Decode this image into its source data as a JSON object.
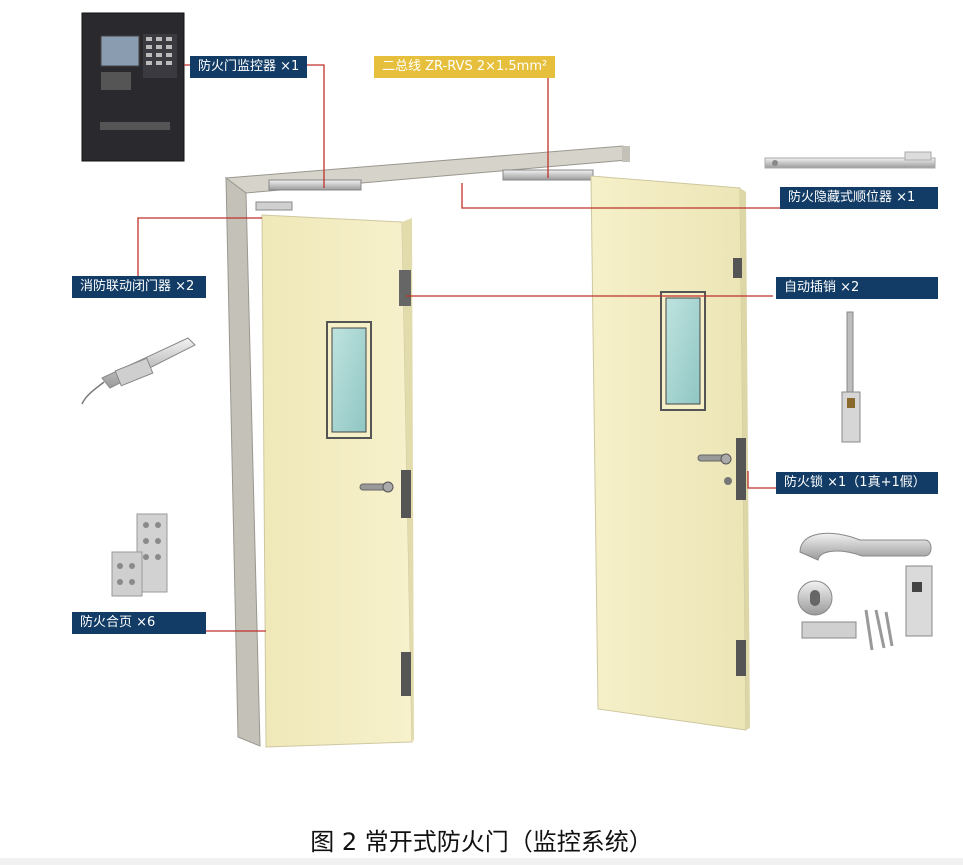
{
  "labels": {
    "monitor": "防火门监控器 ×1",
    "bus": "二总线 ZR-RVS 2×1.5mm²",
    "sequencer": "防火隐藏式顺位器 ×1",
    "closer": "消防联动闭门器 ×2",
    "bolt": "自动插销 ×2",
    "lock": "防火锁 ×1（1真+1假）",
    "hinge": "防火合页 ×6"
  },
  "caption": "图 2  常开式防火门（监控系统）",
  "colors": {
    "label_bg": "#123c66",
    "bus_label_bg": "#e6bf3c",
    "leader_line": "#c0302a",
    "door_panel": "#f4eec1",
    "frame": "#c7c4bb"
  }
}
